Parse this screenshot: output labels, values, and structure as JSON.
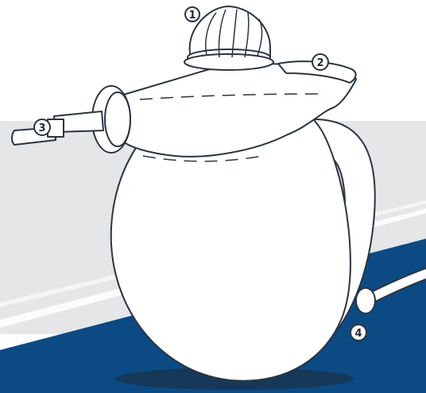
{
  "callouts": [
    {
      "number": "1",
      "part": "cap"
    },
    {
      "number": "2",
      "part": "steam-trigger"
    },
    {
      "number": "3",
      "part": "nozzle"
    },
    {
      "number": "4",
      "part": "power-cord"
    }
  ],
  "colors": {
    "background": "#ffffff",
    "gray_band": "#e4e6e8",
    "blue_band": "#0c4a84",
    "outline": "#2b3441",
    "body_fill": "#ffffff",
    "shadow": "#1f2a36"
  }
}
